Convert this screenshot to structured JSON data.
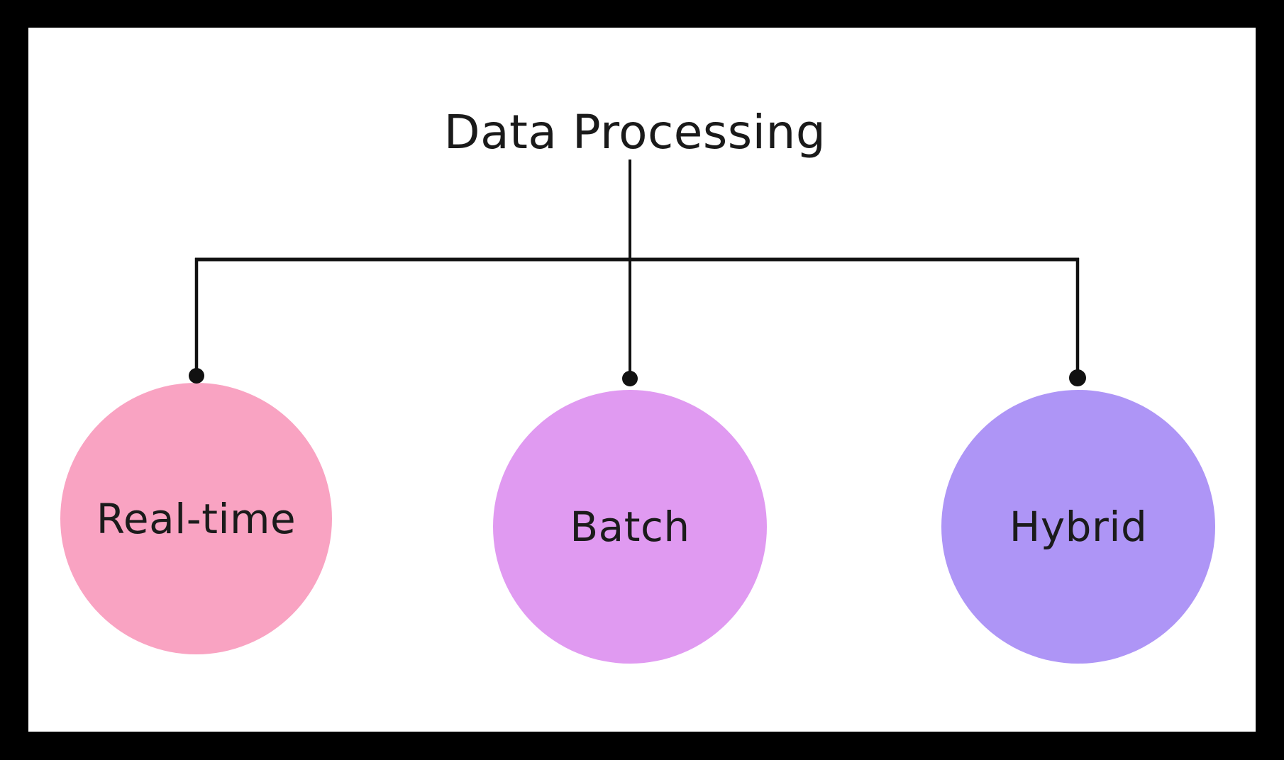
{
  "diagram": {
    "title": "Data Processing",
    "nodes": [
      {
        "label": "Real-time",
        "color": "#F9A3C2"
      },
      {
        "label": "Batch",
        "color": "#E09AF1"
      },
      {
        "label": "Hybrid",
        "color": "#AE95F6"
      }
    ],
    "line_color": "#111111",
    "canvas_color": "#ffffff",
    "frame_color": "#000000",
    "text_color": "#1a1a1a"
  }
}
